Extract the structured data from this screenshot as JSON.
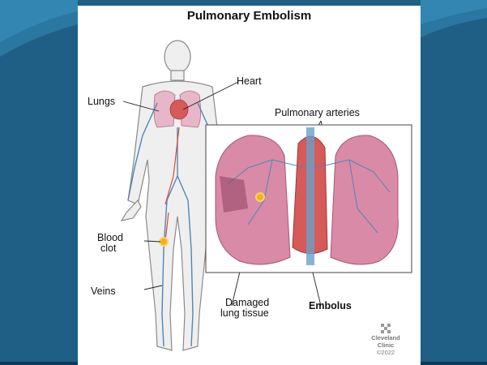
{
  "diagram": {
    "title": "Pulmonary Embolism",
    "labels": {
      "heart": "Heart",
      "lungs": "Lungs",
      "pulmonary_arteries": "Pulmonary arteries",
      "blood_clot_line1": "Blood",
      "blood_clot_line2": "clot",
      "veins": "Veins",
      "damaged_line1": "Damaged",
      "damaged_line2": "lung tissue",
      "embolus": "Embolus"
    },
    "logo": {
      "line1": "Cleveland",
      "line2": "Clinic",
      "copyright": "©2022"
    }
  },
  "colors": {
    "background": "#1f5f86",
    "panel": "#ffffff",
    "skin": "#e6e6e6",
    "lung": "#d98aa6",
    "vein": "#4f86b8",
    "clot": "#f3b21c",
    "artery": "#d94a3a"
  }
}
